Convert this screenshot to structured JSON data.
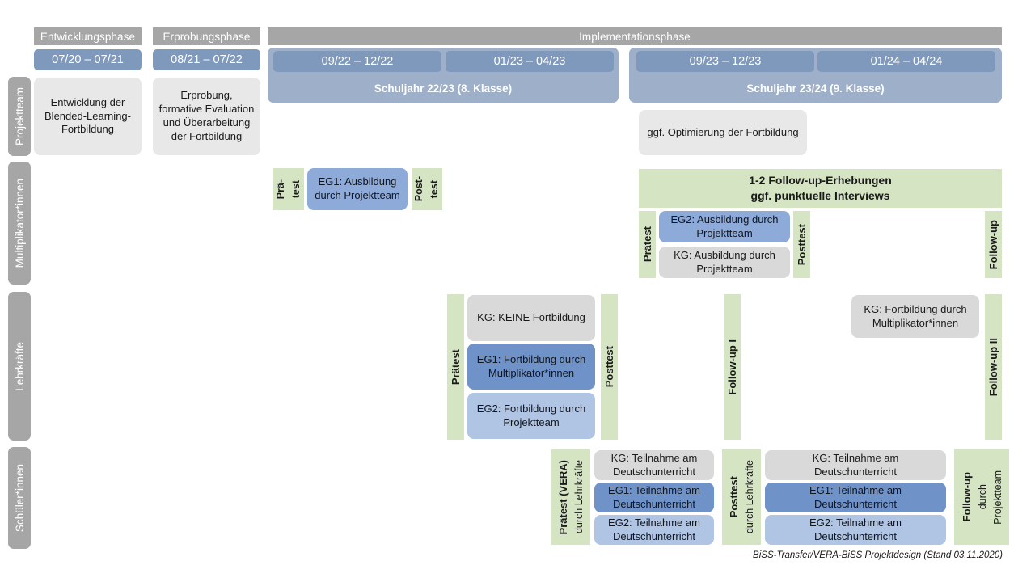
{
  "title": "BiSS-Transfer / VERA-BiSS Projektdesign",
  "colors": {
    "phase_band": "#a6a6a6",
    "date_bar": "#7e99bb",
    "schuljahr": "#9dafc9",
    "row_label": "#a6a6a6",
    "green": "#d5e5c3",
    "grey_box": "#e8e8e8",
    "grey_box_dark": "#d9d9d9",
    "blue_dark": "#6f92c8",
    "blue_mid": "#8eaad8",
    "blue_light": "#b0c4e3"
  },
  "phases": {
    "entwicklung": "Entwicklungsphase",
    "erprobung": "Erprobungsphase",
    "implementation": "Implementationsphase"
  },
  "dates": {
    "d1": "07/20 – 07/21",
    "d2": "08/21 – 07/22",
    "d3": "09/22 – 12/22",
    "d4": "01/23 – 04/23",
    "d5": "09/23 – 12/23",
    "d6": "01/24 – 04/24"
  },
  "schuljahre": {
    "sj1": "Schuljahr 22/23 (8. Klasse)",
    "sj2": "Schuljahr 23/24 (9. Klasse)"
  },
  "rows": {
    "projektteam": "Projektteam",
    "multiplikatoren": "Multiplikator*innen",
    "lehrkraefte": "Lehrkräfte",
    "schueler": "Schüler*innen"
  },
  "projektteam": {
    "entwicklung": "Entwicklung der Blended-Learning-Fortbildung",
    "erprobung": "Erprobung, formative Evaluation und Überarbeitung der Fortbildung",
    "optimierung": "ggf. Optimierung der Fortbildung"
  },
  "multiplikatoren": {
    "praetest_line1": "Prä-",
    "praetest_line2": "test",
    "posttest_line1": "Post-",
    "posttest_line2": "test",
    "eg1": "EG1: Ausbildung durch Projektteam",
    "followup_banner": "1-2 Follow-up-Erhebungen\nggf. punktuelle Interviews",
    "followup_banner_l1": "1-2 Follow-up-Erhebungen",
    "followup_banner_l2": "ggf. punktuelle Interviews",
    "praetest": "Prätest",
    "posttest": "Posttest",
    "eg2": "EG2: Ausbildung durch Projektteam",
    "kg": "KG: Ausbildung durch Projektteam",
    "followup": "Follow-up"
  },
  "lehrkraefte": {
    "praetest": "Prätest",
    "posttest": "Posttest",
    "kg_keine": "KG:  KEINE Fortbildung",
    "eg1": "EG1: Fortbildung durch Multiplikator*innen",
    "eg2": "EG2: Fortbildung durch Projektteam",
    "followup1": "Follow-up I",
    "followup2": "Follow-up II",
    "kg_fortbildung": "KG: Fortbildung durch Multiplikator*innen"
  },
  "schueler": {
    "praetest_main": "Prätest (VERA)",
    "praetest_sub": "durch Lehrkräfte",
    "posttest_main": "Posttest",
    "posttest_sub": "durch Lehrkräfte",
    "followup_main": "Follow-up",
    "followup_sub1": "durch",
    "followup_sub2": "Projektteam",
    "left_kg": "KG: Teilnahme am Deutschunterricht",
    "left_eg1": "EG1: Teilnahme am Deutschunterricht",
    "left_eg2": "EG2: Teilnahme am Deutschunterricht",
    "right_kg": "KG: Teilnahme am Deutschunterricht",
    "right_eg1": "EG1: Teilnahme am Deutschunterricht",
    "right_eg2": "EG2: Teilnahme am Deutschunterricht"
  },
  "footer": "BiSS-Transfer/VERA-BiSS Projektdesign (Stand 03.11.2020)"
}
